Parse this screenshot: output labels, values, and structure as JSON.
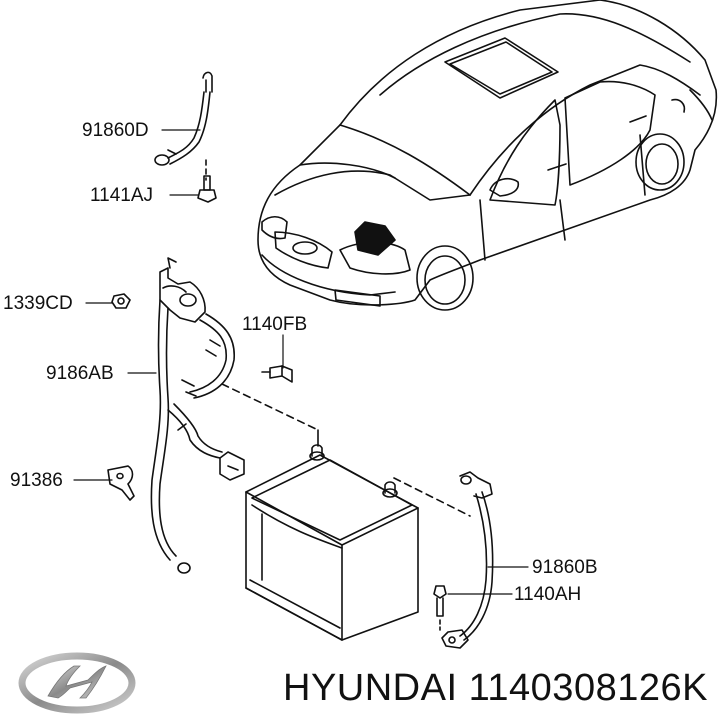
{
  "parts": [
    {
      "id": "p1",
      "label": "91860D"
    },
    {
      "id": "p2",
      "label": "1141AJ"
    },
    {
      "id": "p3",
      "label": "1339CD"
    },
    {
      "id": "p4",
      "label": "1140FB"
    },
    {
      "id": "p5",
      "label": "9186AB"
    },
    {
      "id": "p6",
      "label": "91386"
    },
    {
      "id": "p7",
      "label": "91860B"
    },
    {
      "id": "p8",
      "label": "1140AH"
    }
  ],
  "footer": {
    "brand": "HYUNDAI",
    "part_number": "1140308126K"
  },
  "colors": {
    "line": "#111111",
    "background": "#ffffff"
  }
}
